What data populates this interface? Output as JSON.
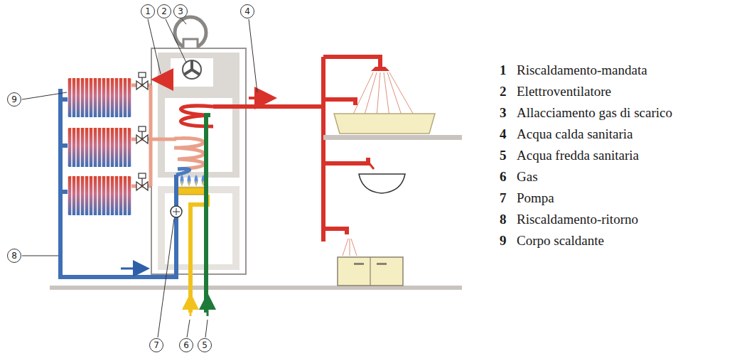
{
  "diagram": {
    "labels": [
      "1",
      "2",
      "3",
      "4",
      "9",
      "8",
      "7",
      "6",
      "5",
      "1",
      "Riscaldamento-mandata",
      "2",
      "Elettroventilatore",
      "3",
      "Allacciamento gas di scarico",
      "4",
      "Acqua calda sanitaria",
      "5",
      "Acqua fredda sanitaria",
      "6",
      "Gas",
      "7",
      "Pompa",
      "8",
      "Riscaldamento-ritorno",
      "9",
      "Corpo scaldante"
    ]
  }
}
